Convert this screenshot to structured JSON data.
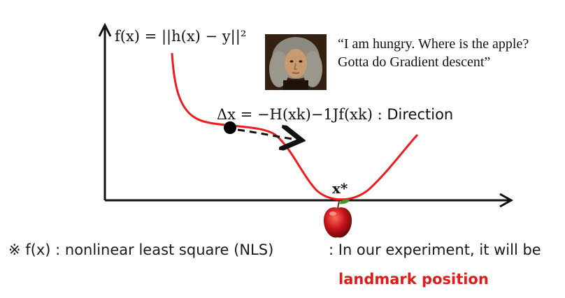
{
  "formula": {
    "lhs": "f(x) = ||h(x) − y||²"
  },
  "quote": "“I am hungry. Where is the apple? Gotta do Gradient descent”",
  "direction": {
    "equation": "Δx = −H(xk)−1Jf(xk) :",
    "label": "Direction"
  },
  "minimum_label": "x*",
  "notes": {
    "nls": "※ f(x) : nonlinear least square (NLS)",
    "experiment": ": In our experiment, it will be",
    "landmark": "landmark position"
  },
  "colors": {
    "curve": "#ee1c1c",
    "landmark_text": "#e01b1b",
    "axis": "#111111"
  },
  "icons": [
    "newton-portrait",
    "apple-icon"
  ]
}
